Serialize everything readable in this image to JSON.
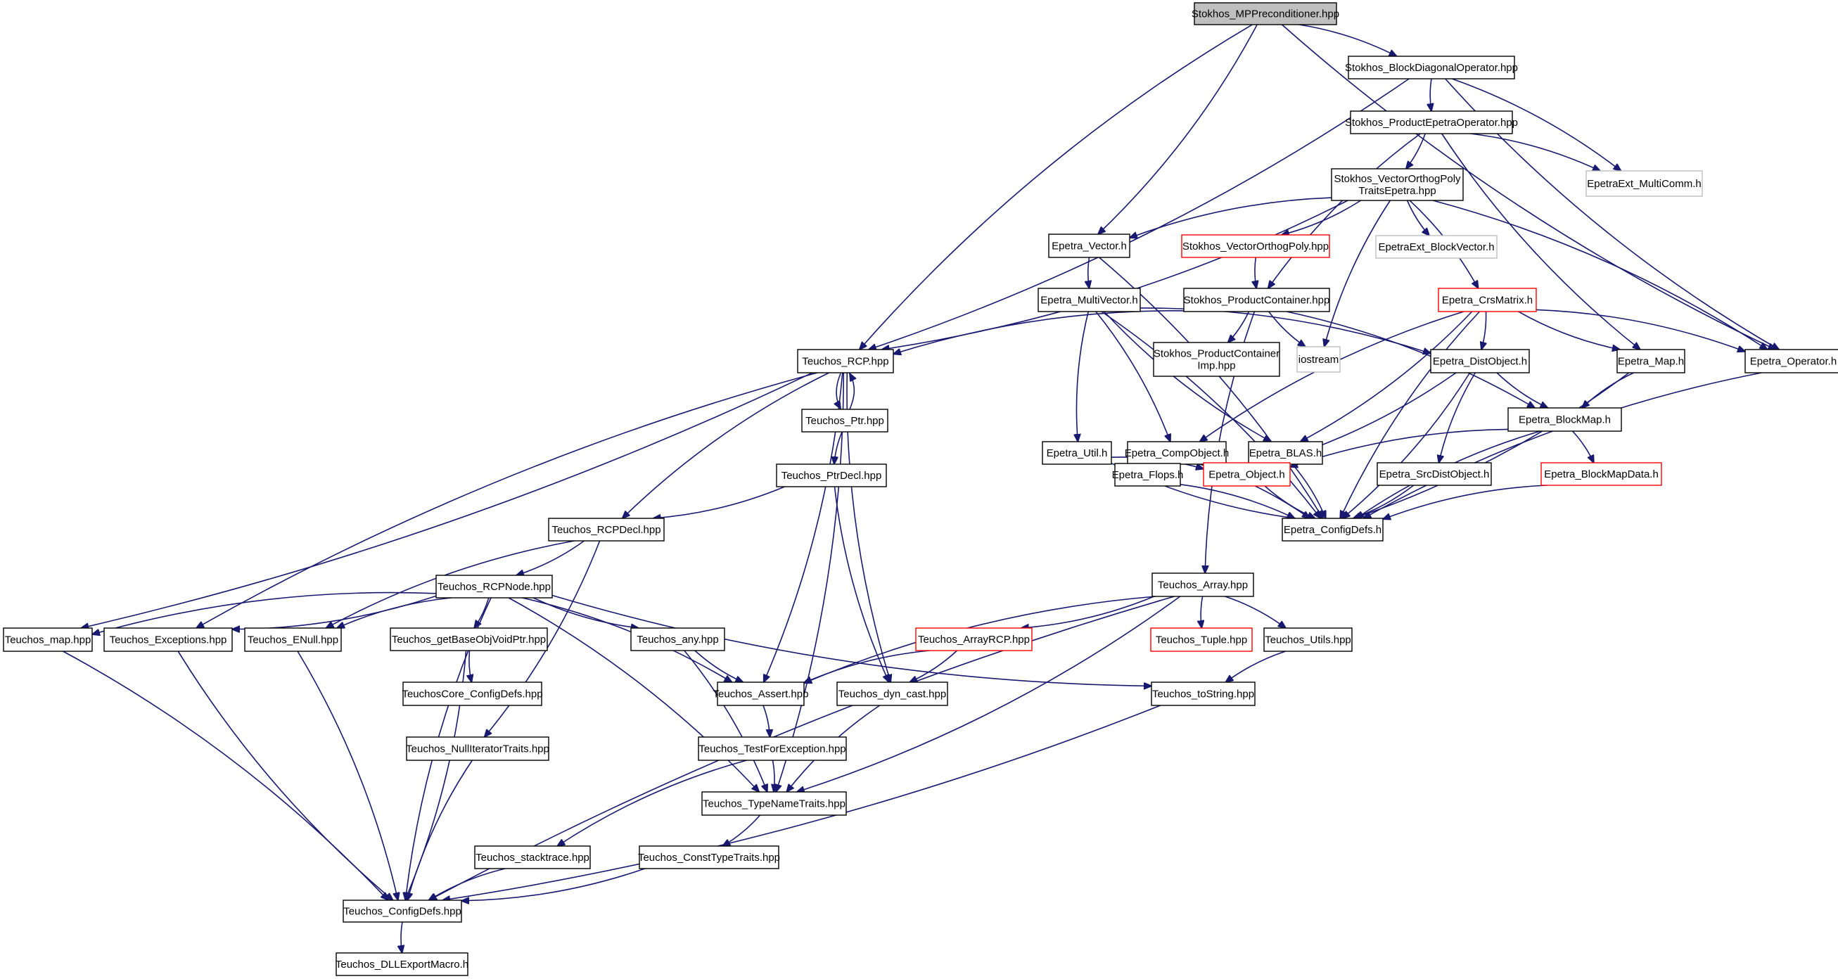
{
  "title": "",
  "colors": {
    "edge": "#191970",
    "normal_border": "#000000",
    "truncated_border": "#ff0000",
    "external_border": "#bfbfbf",
    "root_fill": "#bfbfbf",
    "node_fill": "#ffffff",
    "label": "#000000"
  },
  "nodes": {
    "n0": {
      "lines": [
        "Stokhos_MPPreconditioner.hpp"
      ],
      "kind": "root"
    },
    "n1": {
      "lines": [
        "Stokhos_BlockDiagonalOperator.hpp"
      ],
      "kind": "normal"
    },
    "n2": {
      "lines": [
        "Stokhos_ProductEpetraOperator.hpp"
      ],
      "kind": "normal"
    },
    "n3": {
      "lines": [
        "EpetraExt_MultiComm.h"
      ],
      "kind": "external"
    },
    "n4": {
      "lines": [
        "Stokhos_VectorOrthogPoly",
        "TraitsEpetra.hpp"
      ],
      "kind": "normal"
    },
    "n5": {
      "lines": [
        "Epetra_Vector.h"
      ],
      "kind": "normal"
    },
    "n6": {
      "lines": [
        "Stokhos_VectorOrthogPoly.hpp"
      ],
      "kind": "truncated"
    },
    "n7": {
      "lines": [
        "EpetraExt_BlockVector.h"
      ],
      "kind": "external"
    },
    "n8": {
      "lines": [
        "Epetra_MultiVector.h"
      ],
      "kind": "normal"
    },
    "n9": {
      "lines": [
        "Stokhos_ProductContainer.hpp"
      ],
      "kind": "normal"
    },
    "n10": {
      "lines": [
        "Epetra_CrsMatrix.h"
      ],
      "kind": "truncated"
    },
    "n11": {
      "lines": [
        "Teuchos_RCP.hpp"
      ],
      "kind": "normal"
    },
    "n12": {
      "lines": [
        "Stokhos_ProductContainer",
        "Imp.hpp"
      ],
      "kind": "normal"
    },
    "n13": {
      "lines": [
        "iostream"
      ],
      "kind": "external"
    },
    "n14": {
      "lines": [
        "Epetra_DistObject.h"
      ],
      "kind": "normal"
    },
    "n15": {
      "lines": [
        "Epetra_Map.h"
      ],
      "kind": "normal"
    },
    "n16": {
      "lines": [
        "Epetra_Operator.h"
      ],
      "kind": "normal"
    },
    "n17": {
      "lines": [
        "Teuchos_Ptr.hpp"
      ],
      "kind": "normal"
    },
    "n18": {
      "lines": [
        "Epetra_Util.h"
      ],
      "kind": "normal"
    },
    "n19": {
      "lines": [
        "Epetra_CompObject.h"
      ],
      "kind": "normal"
    },
    "n20": {
      "lines": [
        "Epetra_BLAS.h"
      ],
      "kind": "normal"
    },
    "n21": {
      "lines": [
        "Epetra_BlockMap.h"
      ],
      "kind": "normal"
    },
    "n22": {
      "lines": [
        "Teuchos_PtrDecl.hpp"
      ],
      "kind": "normal"
    },
    "n23": {
      "lines": [
        "Epetra_Flops.h"
      ],
      "kind": "normal"
    },
    "n24": {
      "lines": [
        "Epetra_Object.h"
      ],
      "kind": "truncated"
    },
    "n25": {
      "lines": [
        "Epetra_SrcDistObject.h"
      ],
      "kind": "normal"
    },
    "n26": {
      "lines": [
        "Epetra_BlockMapData.h"
      ],
      "kind": "truncated"
    },
    "n27": {
      "lines": [
        "Teuchos_RCPDecl.hpp"
      ],
      "kind": "normal"
    },
    "n28": {
      "lines": [
        "Epetra_ConfigDefs.h"
      ],
      "kind": "normal"
    },
    "n29": {
      "lines": [
        "Teuchos_RCPNode.hpp"
      ],
      "kind": "normal"
    },
    "n30": {
      "lines": [
        "Teuchos_Array.hpp"
      ],
      "kind": "normal"
    },
    "n31": {
      "lines": [
        "Teuchos_map.hpp"
      ],
      "kind": "normal"
    },
    "n32": {
      "lines": [
        "Teuchos_Exceptions.hpp"
      ],
      "kind": "normal"
    },
    "n33": {
      "lines": [
        "Teuchos_ENull.hpp"
      ],
      "kind": "normal"
    },
    "n34": {
      "lines": [
        "Teuchos_getBaseObjVoidPtr.hpp"
      ],
      "kind": "normal"
    },
    "n35": {
      "lines": [
        "Teuchos_any.hpp"
      ],
      "kind": "normal"
    },
    "n36": {
      "lines": [
        "Teuchos_ArrayRCP.hpp"
      ],
      "kind": "truncated"
    },
    "n37": {
      "lines": [
        "Teuchos_Tuple.hpp"
      ],
      "kind": "truncated"
    },
    "n38": {
      "lines": [
        "Teuchos_Utils.hpp"
      ],
      "kind": "normal"
    },
    "n39": {
      "lines": [
        "TeuchosCore_ConfigDefs.hpp"
      ],
      "kind": "normal"
    },
    "n40": {
      "lines": [
        "Teuchos_Assert.hpp"
      ],
      "kind": "normal"
    },
    "n41": {
      "lines": [
        "Teuchos_dyn_cast.hpp"
      ],
      "kind": "normal"
    },
    "n42": {
      "lines": [
        "Teuchos_toString.hpp"
      ],
      "kind": "normal"
    },
    "n43": {
      "lines": [
        "Teuchos_NullIteratorTraits.hpp"
      ],
      "kind": "normal"
    },
    "n44": {
      "lines": [
        "Teuchos_TestForException.hpp"
      ],
      "kind": "normal"
    },
    "n45": {
      "lines": [
        "Teuchos_TypeNameTraits.hpp"
      ],
      "kind": "normal"
    },
    "n46": {
      "lines": [
        "Teuchos_stacktrace.hpp"
      ],
      "kind": "normal"
    },
    "n47": {
      "lines": [
        "Teuchos_ConstTypeTraits.hpp"
      ],
      "kind": "normal"
    },
    "n48": {
      "lines": [
        "Teuchos_ConfigDefs.hpp"
      ],
      "kind": "normal"
    },
    "n49": {
      "lines": [
        "Teuchos_DLLExportMacro.h"
      ],
      "kind": "normal"
    }
  },
  "edges": [
    [
      "n0",
      "n1"
    ],
    [
      "n0",
      "n11"
    ],
    [
      "n0",
      "n5"
    ],
    [
      "n0",
      "n16"
    ],
    [
      "n1",
      "n11"
    ],
    [
      "n1",
      "n2"
    ],
    [
      "n1",
      "n3"
    ],
    [
      "n1",
      "n16"
    ],
    [
      "n2",
      "n4"
    ],
    [
      "n2",
      "n9"
    ],
    [
      "n2",
      "n3"
    ],
    [
      "n2",
      "n15"
    ],
    [
      "n4",
      "n11"
    ],
    [
      "n4",
      "n5"
    ],
    [
      "n4",
      "n6"
    ],
    [
      "n4",
      "n7"
    ],
    [
      "n4",
      "n10"
    ],
    [
      "n4",
      "n13"
    ],
    [
      "n4",
      "n16"
    ],
    [
      "n5",
      "n8"
    ],
    [
      "n5",
      "n28"
    ],
    [
      "n6",
      "n9"
    ],
    [
      "n8",
      "n14"
    ],
    [
      "n8",
      "n18"
    ],
    [
      "n8",
      "n19"
    ],
    [
      "n8",
      "n20"
    ],
    [
      "n8",
      "n28"
    ],
    [
      "n9",
      "n11"
    ],
    [
      "n9",
      "n12"
    ],
    [
      "n9",
      "n13"
    ],
    [
      "n9",
      "n21"
    ],
    [
      "n9",
      "n30"
    ],
    [
      "n10",
      "n14"
    ],
    [
      "n10",
      "n15"
    ],
    [
      "n10",
      "n16"
    ],
    [
      "n10",
      "n19"
    ],
    [
      "n10",
      "n20"
    ],
    [
      "n10",
      "n28"
    ],
    [
      "n11",
      "n17"
    ],
    [
      "n11",
      "n27"
    ],
    [
      "n11",
      "n31"
    ],
    [
      "n11",
      "n32"
    ],
    [
      "n11",
      "n40"
    ],
    [
      "n11",
      "n41"
    ],
    [
      "n11",
      "n45"
    ],
    [
      "n14",
      "n21"
    ],
    [
      "n14",
      "n24"
    ],
    [
      "n14",
      "n25"
    ],
    [
      "n14",
      "n28"
    ],
    [
      "n15",
      "n21"
    ],
    [
      "n15",
      "n28"
    ],
    [
      "n16",
      "n28"
    ],
    [
      "n17",
      "n11"
    ],
    [
      "n17",
      "n22"
    ],
    [
      "n18",
      "n24"
    ],
    [
      "n18",
      "n28"
    ],
    [
      "n19",
      "n23"
    ],
    [
      "n19",
      "n24"
    ],
    [
      "n19",
      "n28"
    ],
    [
      "n20",
      "n24"
    ],
    [
      "n20",
      "n28"
    ],
    [
      "n21",
      "n24"
    ],
    [
      "n21",
      "n26"
    ],
    [
      "n21",
      "n28"
    ],
    [
      "n22",
      "n27"
    ],
    [
      "n22",
      "n41"
    ],
    [
      "n23",
      "n28"
    ],
    [
      "n24",
      "n28"
    ],
    [
      "n25",
      "n28"
    ],
    [
      "n26",
      "n28"
    ],
    [
      "n27",
      "n29"
    ],
    [
      "n27",
      "n33"
    ],
    [
      "n27",
      "n43"
    ],
    [
      "n29",
      "n31"
    ],
    [
      "n29",
      "n32"
    ],
    [
      "n29",
      "n33"
    ],
    [
      "n29",
      "n34"
    ],
    [
      "n29",
      "n35"
    ],
    [
      "n29",
      "n40"
    ],
    [
      "n29",
      "n42"
    ],
    [
      "n29",
      "n45"
    ],
    [
      "n29",
      "n48"
    ],
    [
      "n30",
      "n36"
    ],
    [
      "n30",
      "n37"
    ],
    [
      "n30",
      "n38"
    ],
    [
      "n30",
      "n40"
    ],
    [
      "n30",
      "n45"
    ],
    [
      "n30",
      "n48"
    ],
    [
      "n31",
      "n48"
    ],
    [
      "n32",
      "n48"
    ],
    [
      "n33",
      "n48"
    ],
    [
      "n34",
      "n39"
    ],
    [
      "n34",
      "n48"
    ],
    [
      "n35",
      "n40"
    ],
    [
      "n35",
      "n45"
    ],
    [
      "n36",
      "n40"
    ],
    [
      "n36",
      "n41"
    ],
    [
      "n38",
      "n42"
    ],
    [
      "n40",
      "n44"
    ],
    [
      "n41",
      "n45"
    ],
    [
      "n42",
      "n48"
    ],
    [
      "n43",
      "n48"
    ],
    [
      "n44",
      "n45"
    ],
    [
      "n44",
      "n46"
    ],
    [
      "n45",
      "n47"
    ],
    [
      "n46",
      "n48"
    ],
    [
      "n47",
      "n48"
    ],
    [
      "n48",
      "n49"
    ]
  ]
}
